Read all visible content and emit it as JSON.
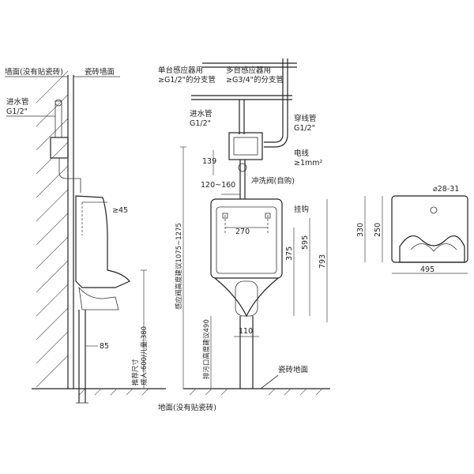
{
  "labels": {
    "wall_no_tile": "墙面(没有贴瓷砖)",
    "tile_wall": "瓷砖墙面",
    "inlet_pipe_left": "进水管",
    "inlet_pipe_left_size": "G1/2\"",
    "single_sensor": "单台感应器用",
    "single_branch": "≥G1/2\"的分支管",
    "multi_sensor": "多台感应器用",
    "multi_branch": "≥G3/4\"的分支管",
    "inlet_pipe_mid": "进水管",
    "inlet_pipe_mid_size": "G1/2\"",
    "conduit": "穿线管",
    "conduit_size": "G1/2\"",
    "wire": "电线",
    "wire_size": "≥1mm²",
    "flush_valve": "冲洗阀(自购)",
    "hook": "挂钩",
    "tile_floor": "瓷砖地面",
    "floor_no_tile": "地面(没有贴瓷砖)",
    "sensor_height_note": "感应阀高度建议1075~1275",
    "recommend_size_1": "推荐尺寸",
    "recommend_size_2": "成人:600/儿童:380",
    "drain_height_note": "排污口高度建议490"
  },
  "dimensions": {
    "d139": "139",
    "d120_160": "120~160",
    "d45": "≥45",
    "d85": "85",
    "d270": "270",
    "d375": "375",
    "d595": "595",
    "d793": "793",
    "d110": "110",
    "d330": "330",
    "d250": "250",
    "d495": "495",
    "d28_31": "⌀28-31"
  }
}
